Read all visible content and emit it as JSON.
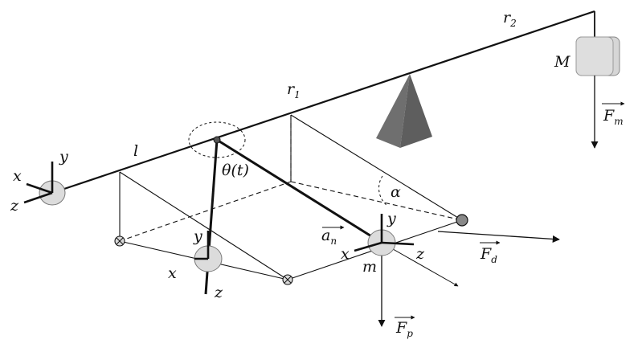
{
  "labels": {
    "r2": {
      "main": "r",
      "sub": "2"
    },
    "r1": {
      "main": "r",
      "sub": "1"
    },
    "M": "M",
    "Fm": {
      "main": "F",
      "sub": "m"
    },
    "l": "l",
    "theta": "θ(t)",
    "alpha": "α",
    "an": {
      "main": "a",
      "sub": "n"
    },
    "Fd": {
      "main": "F",
      "sub": "d"
    },
    "m": "m",
    "Fp": {
      "main": "F",
      "sub": "p"
    },
    "frame_left": {
      "x": "x",
      "y": "y",
      "z": "z"
    },
    "frame_bottom": {
      "x": "x",
      "y": "y",
      "z": "z"
    },
    "frame_mass": {
      "x": "x",
      "y": "y",
      "z": "z"
    }
  },
  "colors": {
    "stroke": "#111111",
    "pyramid_fill": "#6b6b6b",
    "box_fill": "#d6d6d6",
    "joint_fill": "#d9d9d9",
    "pivot_fill": "#888888"
  }
}
